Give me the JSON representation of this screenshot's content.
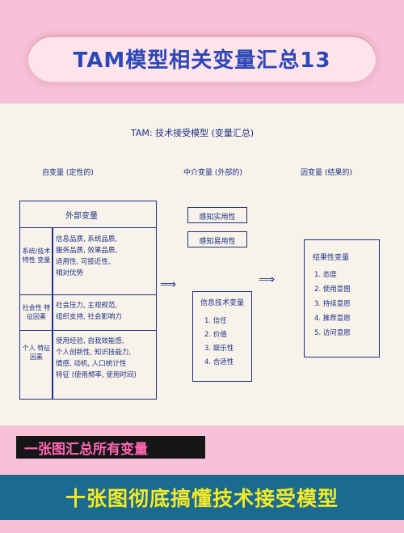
{
  "title": "TAM模型相关变量汇总13",
  "paper": {
    "title": "TAM: 技术接受模型 (变量汇总)",
    "left_header": "自变量 (定性的)",
    "mid_header": "中介变量 (外部的)",
    "right_header": "因变量 (结果的)",
    "left_table": {
      "top_label": "外部变量",
      "rows": [
        {
          "label": "系统/技术特性\n变量",
          "content": "信息品质, 系统品质,\n服务品质, 效果品质,\n适用性, 可接近性,\n相对优势"
        },
        {
          "label": "社会性\n特征因素",
          "content": "社会压力, 主观规范,\n组织支持, 社会影响力"
        },
        {
          "label": "个人\n特征因素",
          "content": "使用经验, 自我效能感,\n个人创新性, 知识技能力,\n情感, 动机, 人口统计性\n特征 (使用频率, 使用时间)"
        }
      ]
    },
    "mid_boxes": {
      "b1": "感知实用性",
      "b2": "感知易用性"
    },
    "tech_box": {
      "header": "信息技术变量",
      "items": [
        "1. 信任",
        "2. 价值",
        "3. 娱乐性",
        "4. 合适性"
      ]
    },
    "right_box": {
      "header": "结果性变量",
      "items": [
        "1. 态度",
        "2. 使用意图",
        "3. 持续意愿",
        "4. 推荐意愿",
        "5. 访问意愿"
      ]
    }
  },
  "subtitle": "一张图汇总所有变量",
  "banner": "十张图彻底搞懂技术接受模型",
  "colors": {
    "background": "#f7c1d7",
    "title_text": "#2b47b8",
    "ink": "#1f2f84",
    "banner_bg": "#1a6b8f",
    "banner_text": "#f3ea28",
    "strip_bg": "#161616",
    "strip_text": "#ff66b3"
  }
}
